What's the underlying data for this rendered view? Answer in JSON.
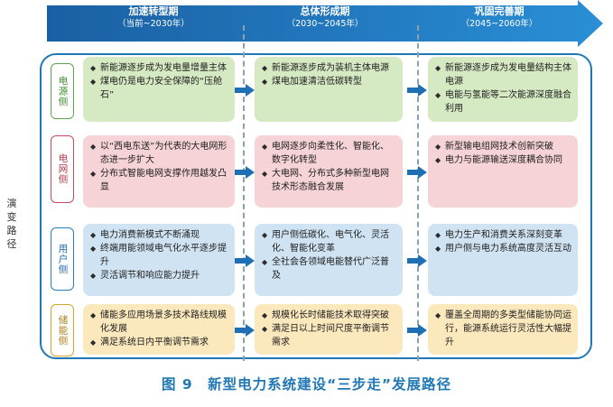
{
  "phases": [
    {
      "title": "加速转型期",
      "span": "（当前~2030年）"
    },
    {
      "title": "总体形成期",
      "span": "（2030~2045年）"
    },
    {
      "title": "巩固完善期",
      "span": "（2045~2060年）"
    }
  ],
  "side_label": "演变路径",
  "rows": [
    {
      "label": "电源侧",
      "cells": [
        [
          "新能源逐步成为发电量增量主体",
          "煤电仍是电力安全保障的“压舱石”"
        ],
        [
          "新能源逐步成为装机主体电源",
          "煤电加速清洁低碳转型"
        ],
        [
          "新能源逐步成为发电量结构主体电源",
          "电能与氢能等二次能源深度融合利用"
        ]
      ]
    },
    {
      "label": "电网侧",
      "cells": [
        [
          "以“西电东送”为代表的大电网形态进一步扩大",
          "分布式智能电网支撑作用越发凸显"
        ],
        [
          "电网逐步向柔性化、智能化、数字化转型",
          "大电网、分布式多种新型电网技术形态融合发展"
        ],
        [
          "新型输电组网技术创新突破",
          "电力与能源输送深度耦合协同"
        ]
      ]
    },
    {
      "label": "用户侧",
      "cells": [
        [
          "电力消费新模式不断涌现",
          "终端用能领域电气化水平逐步提升",
          "灵活调节和响应能力提升"
        ],
        [
          "用户侧低碳化、电气化、灵活化、智能化变革",
          "全社会各领域电能替代广泛普及"
        ],
        [
          "电力生产和消费关系深刻变革",
          "用户侧与电力系统高度灵活互动"
        ]
      ]
    },
    {
      "label": "储能侧",
      "cells": [
        [
          "储能多应用场景多技术路线规模化发展",
          "满足系统日内平衡调节需求"
        ],
        [
          "规模化长时储能技术取得突破",
          "满足日以上时间尺度平衡调节需求"
        ],
        [
          "覆盖全周期的多类型储能协同运行，能源系统运行灵活性大幅提升"
        ]
      ]
    }
  ],
  "caption": "图 9　新型电力系统建设“三步走”发展路径",
  "colors": {
    "blue": "#1f78b4",
    "green": "#d5e9c2",
    "pink": "#f6d3d6",
    "light_blue": "#d0e3f2",
    "yellow": "#fbe8bd"
  }
}
